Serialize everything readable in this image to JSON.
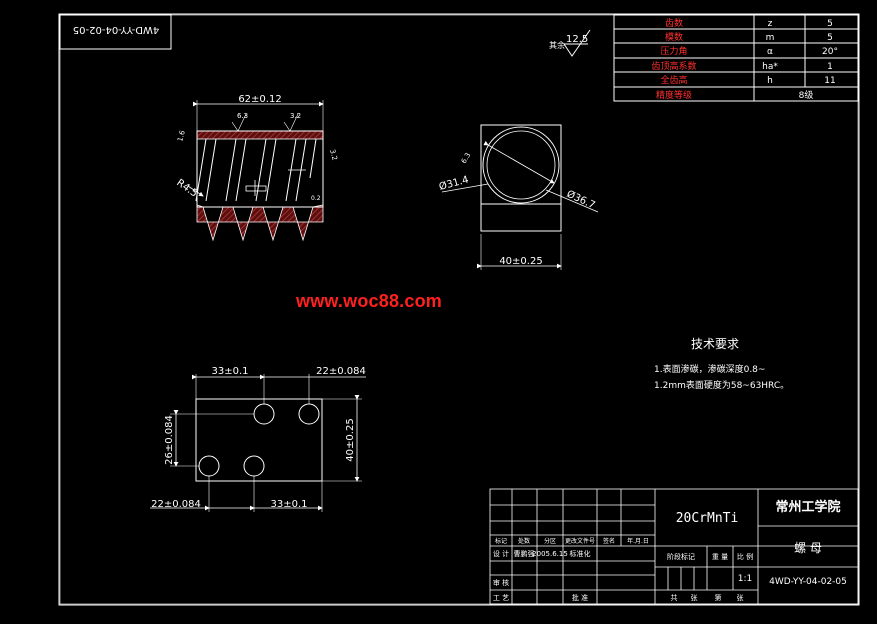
{
  "stamp": "4WD-YY-04-02-05",
  "roughness": {
    "prefix": "其余",
    "value": "12.5"
  },
  "params": {
    "rows": [
      {
        "name": "齿数",
        "sym": "z",
        "val": "5"
      },
      {
        "name": "模数",
        "sym": "m",
        "val": "5"
      },
      {
        "name": "压力角",
        "sym": "α",
        "val": "20°"
      },
      {
        "name": "齿顶高系数",
        "sym": "ha*",
        "val": "1"
      },
      {
        "name": "全齿高",
        "sym": "h",
        "val": "11"
      }
    ],
    "precision_label": "精度等级",
    "precision_value": "8级"
  },
  "front_view": {
    "width_dim": "62±0.12",
    "radius": "R4.5",
    "label_a": "1.6",
    "label_b": "6.3",
    "label_c": "3.2",
    "label_d": "3.2",
    "label_e": "0.2"
  },
  "side_view": {
    "dia_small": "Ø31.4",
    "dia_large": "Ø36.7",
    "width_dim": "40±0.25",
    "small_label": "6.3"
  },
  "watermark": "www.woc88.com",
  "bottom_view": {
    "top_dim_left": "33±0.1",
    "top_dim_right": "22±0.084",
    "left_dim": "26±0.084",
    "right_dim": "40±0.25",
    "bot_dim_left": "22±0.084",
    "bot_dim_right": "33±0.1"
  },
  "tech": {
    "title": "技术要求",
    "line1": "1.表面渗碳，渗碳深度0.8~",
    "line2": "1.2mm表面硬度为58~63HRC。"
  },
  "title_block": {
    "material": "20CrMnTi",
    "school": "常州工学院",
    "part_name": "螺 母",
    "drawing_no": "4WD-YY-04-02-05",
    "scale": "1:1",
    "headers": [
      "标记",
      "处数",
      "分区",
      "更改文件号",
      "签名",
      "年.月.日"
    ],
    "design_label": "设  计",
    "designer": "曹鹏强",
    "date": "2005.6.15",
    "std_label": "标准化",
    "review_label": "审 核",
    "process_label": "工 艺",
    "approve_label": "批 准",
    "stage_label": "阶段标记",
    "weight_label": "重 量",
    "scale_label": "比 例",
    "sheet_labels": [
      "共",
      "张",
      "第",
      "张"
    ]
  }
}
